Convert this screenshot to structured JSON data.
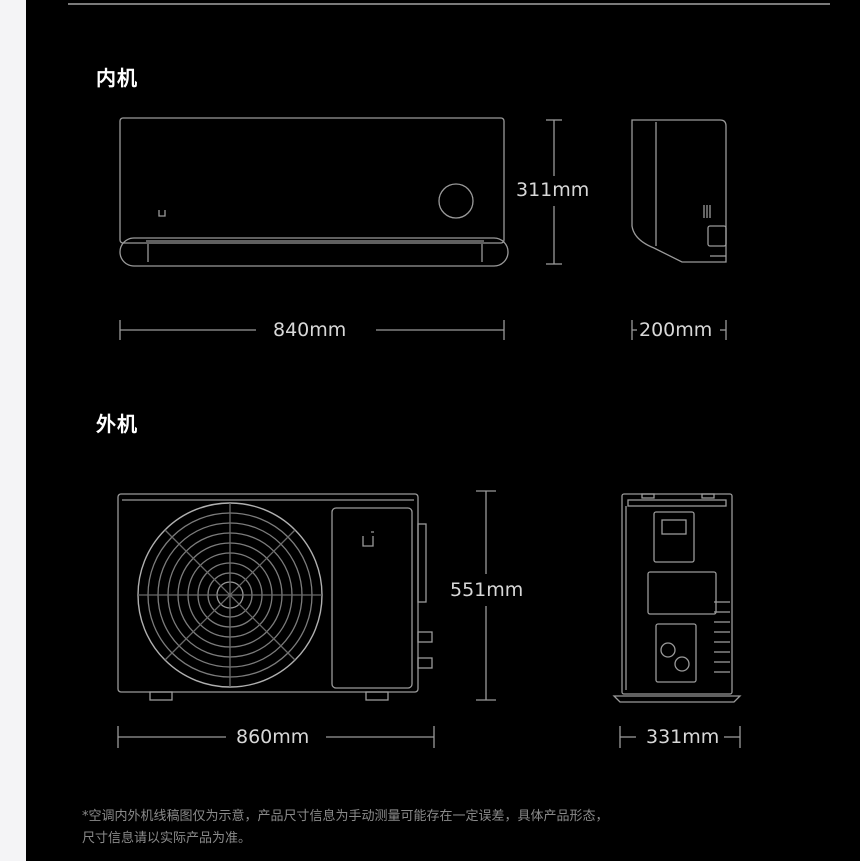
{
  "indoor": {
    "title": "内机",
    "height_label": "311mm",
    "width_label": "840mm",
    "depth_label": "200mm"
  },
  "outdoor": {
    "title": "外机",
    "height_label": "551mm",
    "width_label": "860mm",
    "depth_label": "331mm"
  },
  "footnote": {
    "line1": "*空调内外机线稿图仅为示意，产品尺寸信息为手动测量可能存在一定误差，具体产品形态，",
    "line2": "尺寸信息请以实际产品为准。"
  },
  "colors": {
    "background": "#000000",
    "line": "#9a9a9a",
    "text": "#ffffff"
  }
}
